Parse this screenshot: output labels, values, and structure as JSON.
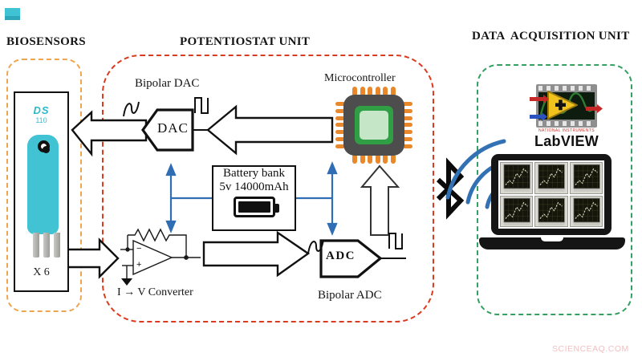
{
  "watermark": "SCIENCEAQ.COM",
  "colors": {
    "biosensors_border": "#EDA64F",
    "potentiostat_border": "#DA3B1F",
    "daq_border": "#34A062",
    "biosensor_teal": "#41C3D4",
    "power_blue": "#2F6DB5",
    "chip_pin_orange": "#E8882B",
    "chip_green": "#2F9E44",
    "labview_yellow": "#F2C31D"
  },
  "biosensors": {
    "title": "BIOSENSORS",
    "device": {
      "brand": "DS",
      "model": "110"
    },
    "count_label": "X 6"
  },
  "potentiostat": {
    "title": "POTENTIOSTAT UNIT",
    "dac": {
      "caption": "Bipolar DAC",
      "block_label": "DAC"
    },
    "microcontroller_label": "Microcontroller",
    "battery": {
      "line1": "Battery bank",
      "line2": "5v 14000mAh"
    },
    "iv_converter": {
      "caption": "I → V Converter",
      "minus": "−",
      "plus": "+"
    },
    "adc": {
      "caption": "Bipolar ADC",
      "block_label": "ADC"
    }
  },
  "data_acquisition": {
    "title": "DATA  ACQUISITION UNIT",
    "labview": {
      "vendor": "NATIONAL INSTRUMENTS",
      "product": "LabVIEW"
    },
    "laptop": {
      "chart_panels": 6
    }
  },
  "icons": [
    "biosensor-device-icon",
    "sine-wave-icon",
    "pulse-wave-icon",
    "microcontroller-chip-icon",
    "battery-icon",
    "opamp-icon",
    "ground-icon",
    "bluetooth-icon",
    "signal-arcs-icon",
    "labview-logo-icon",
    "laptop-icon"
  ]
}
